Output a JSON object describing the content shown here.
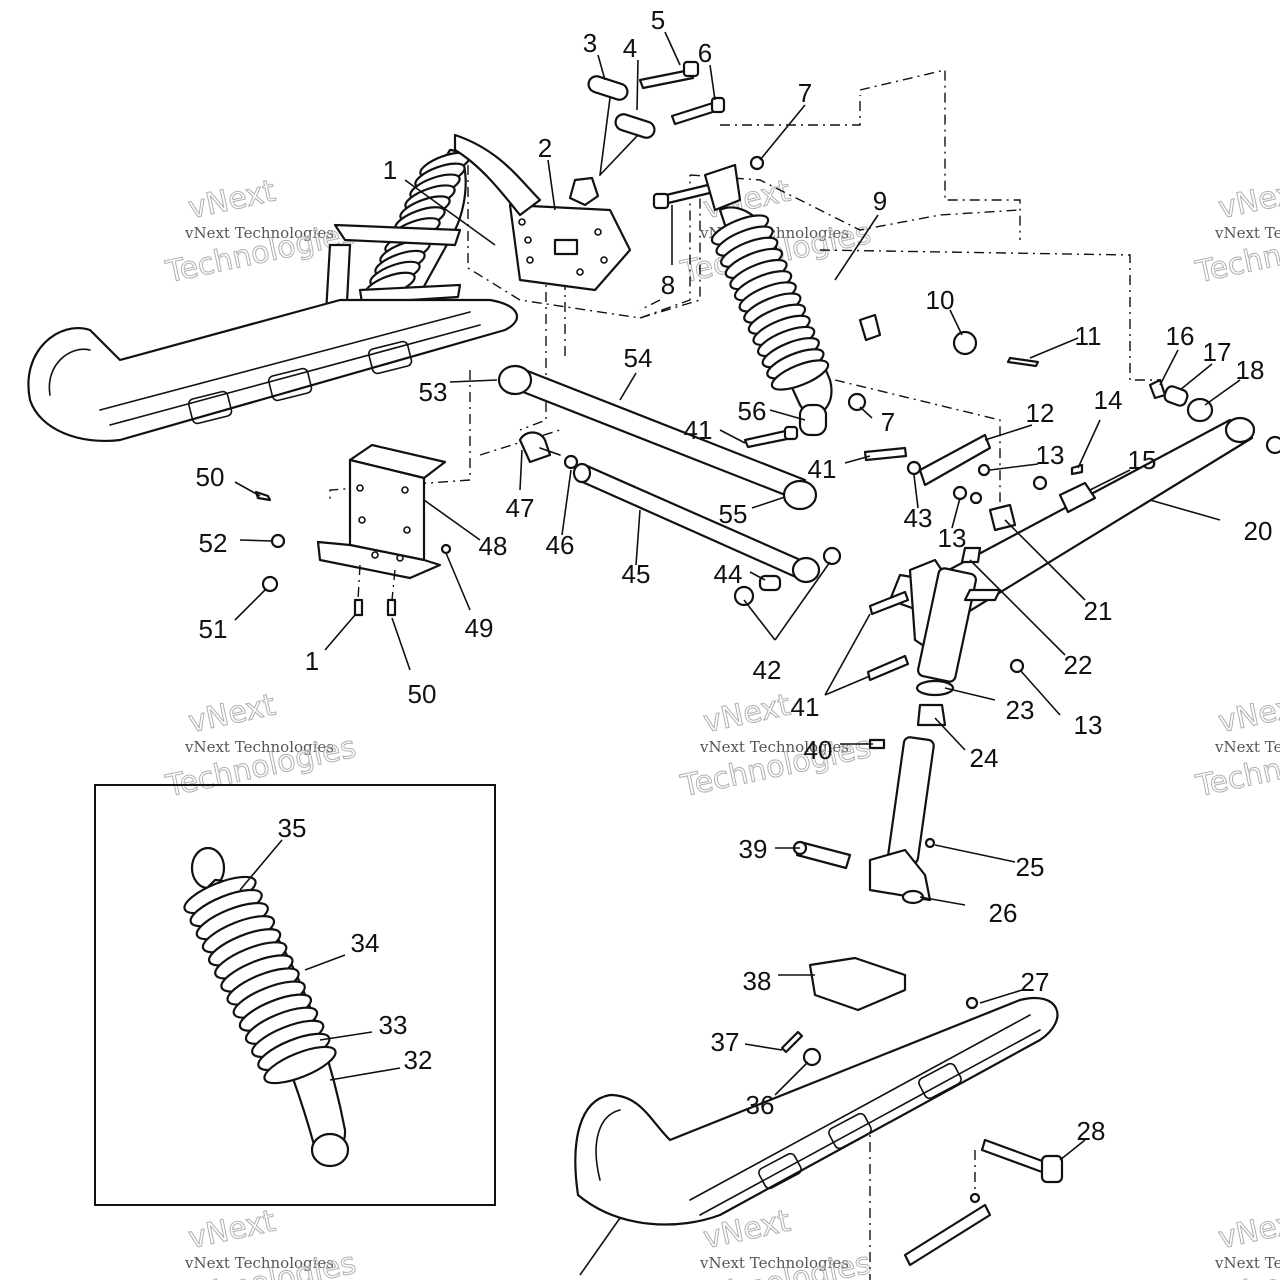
{
  "watermark": {
    "line1": "vNext Technologies",
    "line2": "vNext",
    "line3": "Technologies"
  },
  "callouts": [
    {
      "id": "c1a",
      "label": "1"
    },
    {
      "id": "c2",
      "label": "2"
    },
    {
      "id": "c3",
      "label": "3"
    },
    {
      "id": "c4",
      "label": "4"
    },
    {
      "id": "c5",
      "label": "5"
    },
    {
      "id": "c6",
      "label": "6"
    },
    {
      "id": "c7a",
      "label": "7"
    },
    {
      "id": "c8",
      "label": "8"
    },
    {
      "id": "c9",
      "label": "9"
    },
    {
      "id": "c10",
      "label": "10"
    },
    {
      "id": "c11",
      "label": "11"
    },
    {
      "id": "c12",
      "label": "12"
    },
    {
      "id": "c13a",
      "label": "13"
    },
    {
      "id": "c14",
      "label": "14"
    },
    {
      "id": "c15",
      "label": "15"
    },
    {
      "id": "c16",
      "label": "16"
    },
    {
      "id": "c17",
      "label": "17"
    },
    {
      "id": "c18",
      "label": "18"
    },
    {
      "id": "c20",
      "label": "20"
    },
    {
      "id": "c21a",
      "label": "21"
    },
    {
      "id": "c22",
      "label": "22"
    },
    {
      "id": "c23",
      "label": "23"
    },
    {
      "id": "c13b",
      "label": "13"
    },
    {
      "id": "c24",
      "label": "24"
    },
    {
      "id": "c25",
      "label": "25"
    },
    {
      "id": "c26",
      "label": "26"
    },
    {
      "id": "c27",
      "label": "27"
    },
    {
      "id": "c28",
      "label": "28"
    },
    {
      "id": "c21b",
      "label": "21"
    },
    {
      "id": "c32",
      "label": "32"
    },
    {
      "id": "c33",
      "label": "33"
    },
    {
      "id": "c34",
      "label": "34"
    },
    {
      "id": "c35",
      "label": "35"
    },
    {
      "id": "c36",
      "label": "36"
    },
    {
      "id": "c37",
      "label": "37"
    },
    {
      "id": "c38",
      "label": "38"
    },
    {
      "id": "c39",
      "label": "39"
    },
    {
      "id": "c40",
      "label": "40"
    },
    {
      "id": "c41a",
      "label": "41"
    },
    {
      "id": "c41b",
      "label": "41"
    },
    {
      "id": "c41c",
      "label": "41"
    },
    {
      "id": "c42",
      "label": "42"
    },
    {
      "id": "c43",
      "label": "43"
    },
    {
      "id": "c13c",
      "label": "13"
    },
    {
      "id": "c44",
      "label": "44"
    },
    {
      "id": "c45",
      "label": "45"
    },
    {
      "id": "c46",
      "label": "46"
    },
    {
      "id": "c47",
      "label": "47"
    },
    {
      "id": "c48",
      "label": "48"
    },
    {
      "id": "c49",
      "label": "49"
    },
    {
      "id": "c50a",
      "label": "50"
    },
    {
      "id": "c50b",
      "label": "50"
    },
    {
      "id": "c51",
      "label": "51"
    },
    {
      "id": "c52",
      "label": "52"
    },
    {
      "id": "c53",
      "label": "53"
    },
    {
      "id": "c54",
      "label": "54"
    },
    {
      "id": "c55",
      "label": "55"
    },
    {
      "id": "c56",
      "label": "56"
    },
    {
      "id": "c7b",
      "label": "7"
    },
    {
      "id": "c1b",
      "label": "1"
    }
  ]
}
